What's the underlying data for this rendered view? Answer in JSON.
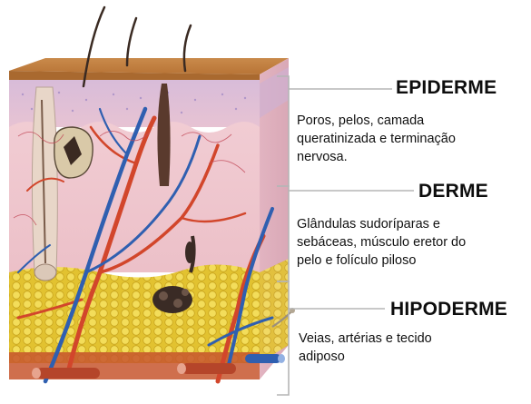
{
  "layers": [
    {
      "id": "epiderme",
      "title": "EPIDERME",
      "description_lines": [
        "Poros, pelos, camada",
        "queratinizada e terminação",
        "nervosa."
      ]
    },
    {
      "id": "derme",
      "title": "DERME",
      "description_lines": [
        "Glândulas sudoríparas e",
        "sebáceas, músculo eretor do",
        "pelo e folículo piloso"
      ]
    },
    {
      "id": "hipoderme",
      "title": "HIPODERME",
      "description_lines": [
        "Veias, artérias e tecido",
        "adiposo"
      ]
    }
  ],
  "colors": {
    "skin_surface": "#c98a4b",
    "epidermis": "#d6b8d8",
    "dermis": "#efc6cc",
    "fat": "#e6c733",
    "artery": "#d2462b",
    "vein": "#2f5fb0",
    "bracket": "#b5b5b5"
  },
  "illustration_icon": "skin-cross-section-illustration"
}
